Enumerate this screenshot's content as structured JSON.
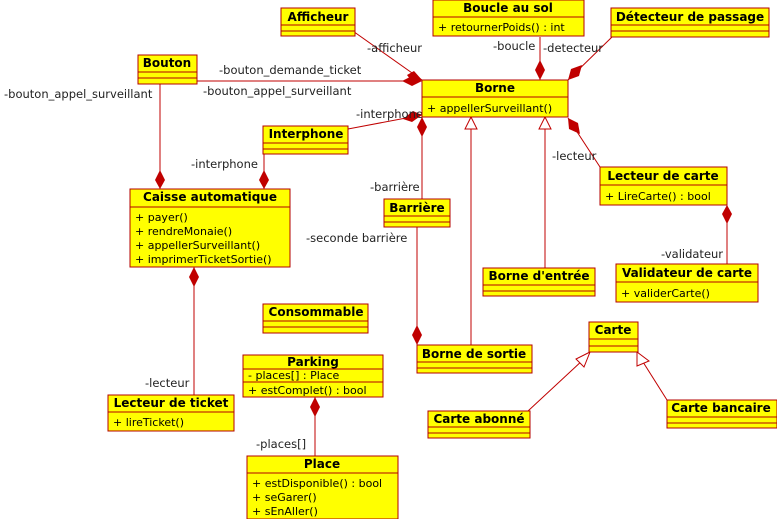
{
  "classes": {
    "afficheur": {
      "name": "Afficheur",
      "members": []
    },
    "boucle": {
      "name": "Boucle au sol",
      "members": [
        "+ retournerPoids() : int"
      ]
    },
    "detecteur": {
      "name": "Détecteur de passage",
      "members": []
    },
    "bouton": {
      "name": "Bouton",
      "members": []
    },
    "borne": {
      "name": "Borne",
      "members": [
        "+ appellerSurveillant()"
      ]
    },
    "interphone": {
      "name": "Interphone",
      "members": []
    },
    "lecteurCarte": {
      "name": "Lecteur de carte",
      "members": [
        "+ LireCarte() : bool"
      ]
    },
    "caisse": {
      "name": "Caisse automatique",
      "members": [
        "+ payer()",
        "+ rendreMonaie()",
        "+ appellerSurveillant()",
        "+ imprimerTicketSortie()"
      ]
    },
    "barriere": {
      "name": "Barrière",
      "members": []
    },
    "borneEntree": {
      "name": "Borne d'entrée",
      "members": []
    },
    "validateur": {
      "name": "Validateur de carte",
      "members": [
        "+ validerCarte()"
      ]
    },
    "consommable": {
      "name": "Consommable",
      "members": []
    },
    "carte": {
      "name": "Carte",
      "members": []
    },
    "parking": {
      "name": "Parking",
      "attributes": [
        "- places[] : Place"
      ],
      "members": [
        "+ estComplet() : bool"
      ]
    },
    "borneSortie": {
      "name": "Borne de sortie",
      "members": []
    },
    "lecteurTicket": {
      "name": "Lecteur de ticket",
      "members": [
        "+ lireTicket()"
      ]
    },
    "carteAbonne": {
      "name": "Carte abonné",
      "members": []
    },
    "carteBancaire": {
      "name": "Carte bancaire",
      "members": []
    },
    "place": {
      "name": "Place",
      "members": [
        "+ estDisponible() : bool",
        "+ seGarer()",
        "+ sEnAller()"
      ]
    }
  },
  "labels": {
    "afficheur": "-afficheur",
    "boucle": "-boucle",
    "detecteur": "-detecteur",
    "bouton_demande_ticket": "-bouton_demande_ticket",
    "bouton_appel_left": "-bouton_appel_surveillant",
    "bouton_appel_right": "-bouton_appel_surveillant",
    "interphone_top": "-interphone",
    "interphone_left": "-interphone",
    "lecteur_carte": "-lecteur",
    "barriere": "-barrière",
    "seconde_barriere": "-seconde barrière",
    "validateur": "-validateur",
    "lecteur_ticket": "-lecteur",
    "places": "-places[]"
  },
  "colors": {
    "class_fill": "#ffff00",
    "class_border": "#b30000",
    "edge": "#c00000"
  }
}
